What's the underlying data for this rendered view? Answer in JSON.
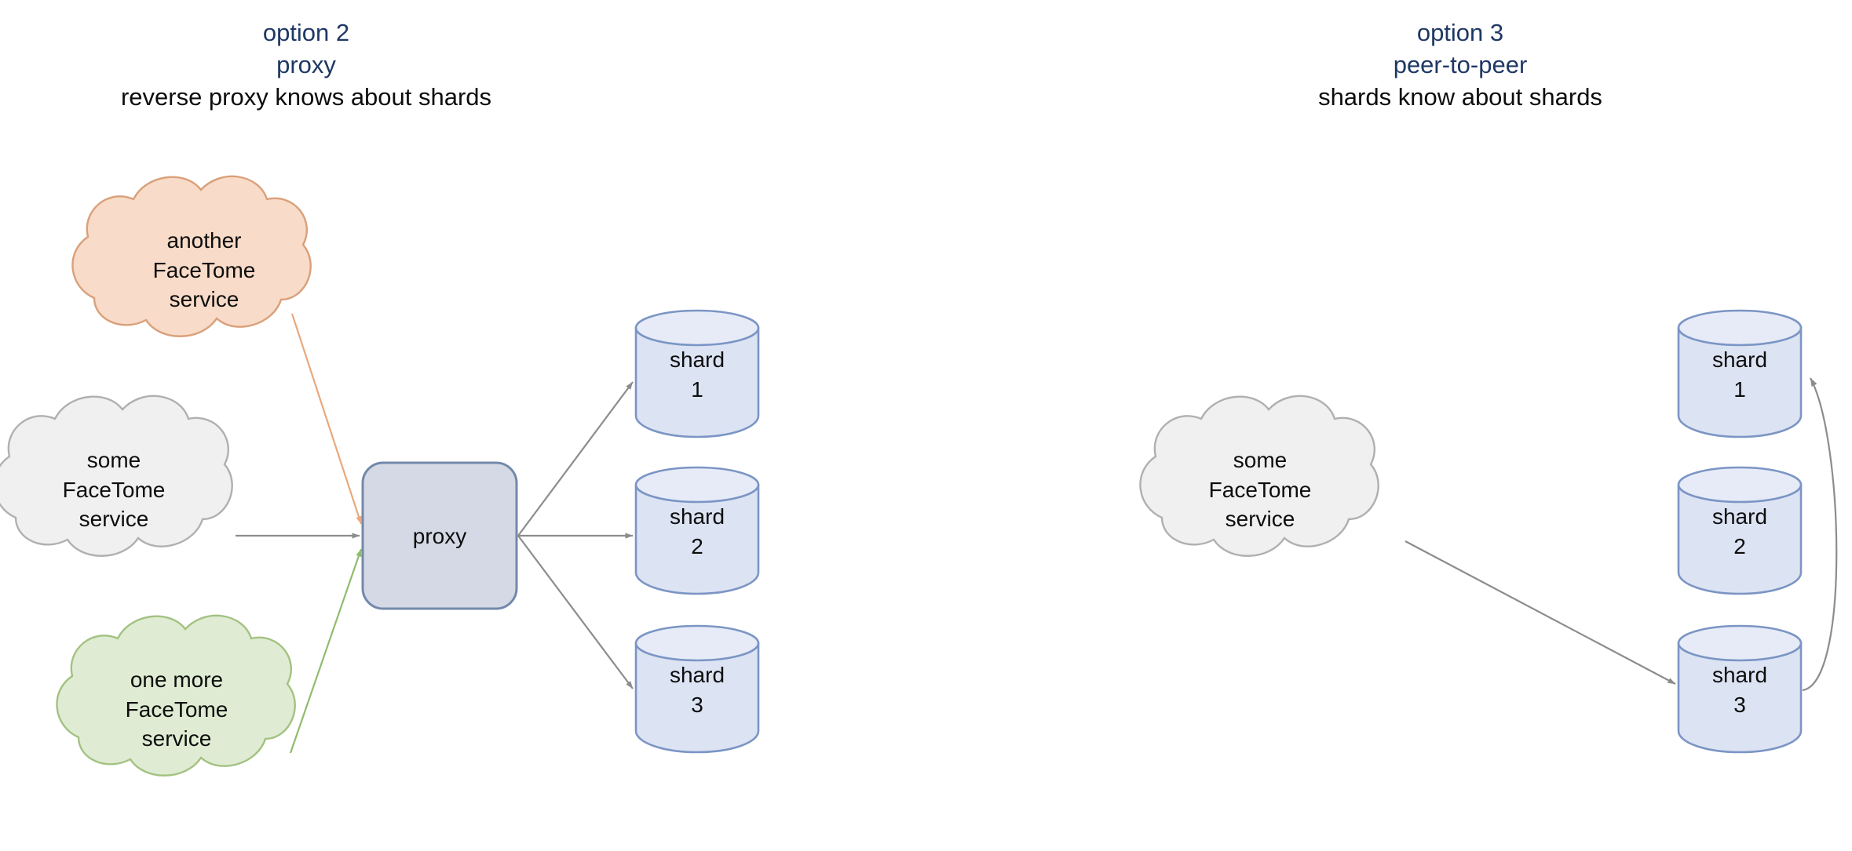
{
  "panels": [
    {
      "id": "option2",
      "heading": {
        "line1": "option 2",
        "line2": "proxy",
        "line3": "reverse proxy knows about shards"
      },
      "clouds": [
        {
          "name": "another-facetome-service",
          "line1": "another",
          "line2": "FaceTome",
          "line3": "service",
          "color": "#f8dbc8",
          "stroke": "#d9a07a"
        },
        {
          "name": "some-facetome-service",
          "line1": "some",
          "line2": "FaceTome",
          "line3": "service",
          "color": "#f0f0f0",
          "stroke": "#b0b0b0"
        },
        {
          "name": "one-more-facetome-service",
          "line1": "one more",
          "line2": "FaceTome",
          "line3": "service",
          "color": "#dfecd3",
          "stroke": "#a3c282"
        }
      ],
      "proxy": {
        "label": "proxy",
        "fill": "#d5d9e5",
        "stroke": "#7389ab"
      },
      "shards": [
        {
          "line1": "shard",
          "line2": "1"
        },
        {
          "line1": "shard",
          "line2": "2"
        },
        {
          "line1": "shard",
          "line2": "3"
        }
      ]
    },
    {
      "id": "option3",
      "heading": {
        "line1": "option 3",
        "line2": "peer-to-peer",
        "line3": "shards know about shards"
      },
      "clouds": [
        {
          "name": "some-facetome-service",
          "line1": "some",
          "line2": "FaceTome",
          "line3": "service",
          "color": "#f0f0f0",
          "stroke": "#b0b0b0"
        }
      ],
      "shards": [
        {
          "line1": "shard",
          "line2": "1"
        },
        {
          "line1": "shard",
          "line2": "2"
        },
        {
          "line1": "shard",
          "line2": "3"
        }
      ]
    }
  ],
  "colors": {
    "heading_accent": "#1f3864",
    "heading_text": "#0d0d0d",
    "shard_fill": "#dce3f3",
    "shard_top_fill": "#e6ebf7",
    "shard_stroke": "#7b95c4",
    "arrow_gray": "#8c8c8c",
    "arrow_orange": "#e8a87c",
    "arrow_green": "#8fbc6e"
  }
}
